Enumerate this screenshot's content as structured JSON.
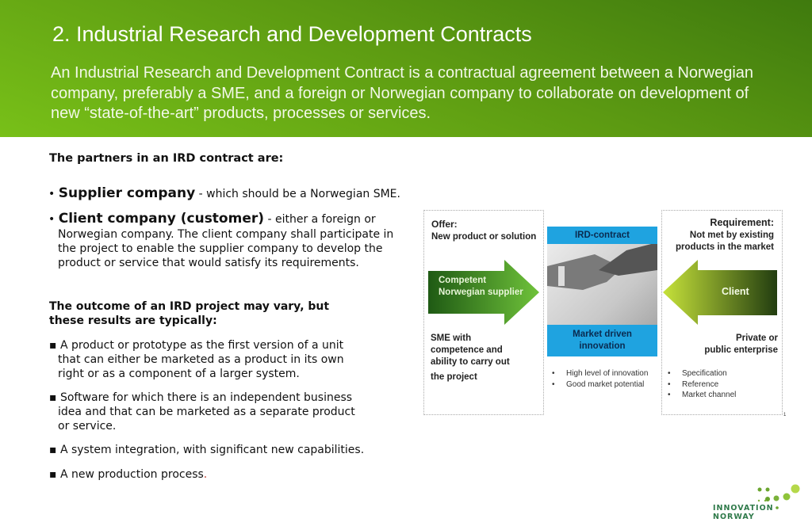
{
  "header": {
    "title": "2. Industrial Research and Development Contracts",
    "intro": "An Industrial Research and Development Contract is a contractual agreement between a Norwegian company, preferably a SME, and a foreign or Norwegian company to collaborate on development of new “state-of-the-art” products, processes or services."
  },
  "partners": {
    "heading": "The partners in an IRD contract are:",
    "items": [
      {
        "term": "Supplier company",
        "desc": " - which should be a Norwegian SME."
      },
      {
        "term": "Client company (customer)",
        "desc": " - either a foreign or",
        "lines": [
          "Norwegian company. The client company shall participate in",
          "the project to enable the supplier company to develop the",
          "product or service that  would satisfy its requirements."
        ]
      }
    ]
  },
  "outcome": {
    "heading": [
      "The outcome of an IRD project may vary, but",
      "these results are typically:"
    ],
    "items": [
      [
        "A product or prototype as the first version of a unit",
        "that can either be marketed as a product in its own",
        "right or as a component of a larger system."
      ],
      [
        "Software for which there is an independent business",
        "idea and that can be marketed as a separate product",
        "or service."
      ],
      [
        "A system integration, with significant new capabilities."
      ],
      [
        "A new production process"
      ]
    ],
    "final_period": "."
  },
  "diagram": {
    "offer": [
      "Offer:",
      "New product or solution"
    ],
    "supplier_arrow": [
      "Competent",
      "Norwegian supplier"
    ],
    "sme": [
      "SME with",
      "competence and",
      "ability to carry out",
      "the project"
    ],
    "contract": "IRD-contract",
    "market": [
      "Market driven",
      "innovation"
    ],
    "center_bullets": [
      "High level of innovation",
      "Good market potential"
    ],
    "requirement": [
      "Requirement:",
      "Not met by existing",
      "products in the market"
    ],
    "client_arrow": "Client",
    "enterprise": [
      "Private or",
      "public enterprise"
    ],
    "right_bullets": [
      "Specification",
      "Reference",
      "Market channel"
    ],
    "page_number": "1"
  },
  "logo": {
    "line1": "INNOVATION",
    "line2": "NORWAY"
  },
  "colors": {
    "header_dark": "#3f7a0e",
    "header_light": "#78c018",
    "accent_blue": "#1fa3e0",
    "period_red": "#c0392b"
  }
}
